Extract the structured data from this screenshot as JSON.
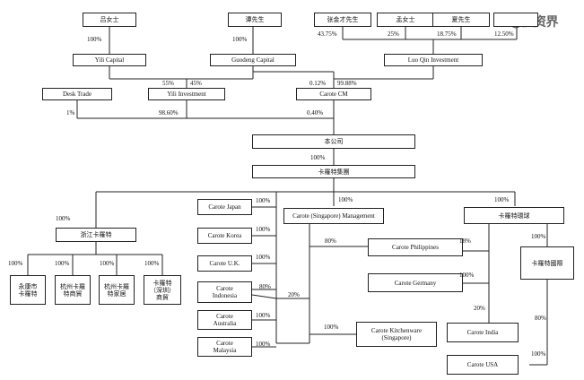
{
  "watermark": "@投资界",
  "entities": {
    "lv": "吕女士",
    "tan": "谭先生",
    "zhang": "张金才先生",
    "meng": "孟女士",
    "xia": "夏先生",
    "yili_capital": "Yili Capital",
    "guodeng_capital": "Guodeng Capital",
    "luo_qin": "Luo Qin Investment",
    "desk_trade": "Desk Trade",
    "yili_investment": "Yili Investment",
    "carote_cm": "Carote CM",
    "company": "本公司",
    "group": "卡羅特集團",
    "zhejiang": "浙江卡羅特",
    "yongkang": "永康市\n卡羅特",
    "hz_trade": "杭州卡羅\n特商貿",
    "hz_home": "杭州卡羅\n特家居",
    "shenzhen": "卡羅特\n（深圳）\n商貿",
    "japan": "Carote Japan",
    "korea": "Carote Korea",
    "uk": "Carote U.K.",
    "indonesia": "Carote\nIndonesia",
    "australia": "Carote\nAustralia",
    "malaysia": "Carote\nMalaysia",
    "sg_mgmt": "Carote (Singapore) Management",
    "philippines": "Carote Philippines",
    "germany": "Carote Germany",
    "kitchenware": "Carote Kitchenware\n(Singapore)",
    "global": "卡羅特環球",
    "intl": "卡羅特國際",
    "india": "Carote India",
    "usa": "Carote USA"
  },
  "percentages": {
    "lv_yili": "100%",
    "tan_guodeng": "100%",
    "zhang_luo": "43.75%",
    "meng_luo": "25%",
    "xia_luo": "18.75%",
    "other_luo": "12.50%",
    "yilicap_yiliinv": "55%",
    "guodeng_yiliinv": "45%",
    "guodeng_cm": "0.12%",
    "luo_cm": "99.88%",
    "desk_co": "1%",
    "yiliinv_co": "98.60%",
    "cm_co": "0.40%",
    "co_group": "100%",
    "group_zhejiang": "100%",
    "group_sgmgmt": "100%",
    "group_global": "100%",
    "zj_yongkang": "100%",
    "zj_hztrade": "100%",
    "zj_hzhome": "100%",
    "zj_shenzhen": "100%",
    "group_japan": "100%",
    "group_korea": "100%",
    "group_uk": "100%",
    "group_indonesia": "80%",
    "sg_indonesia": "20%",
    "group_australia": "100%",
    "group_malaysia": "100%",
    "sg_philippines": "80%",
    "global_philippines": "18%",
    "group_germany": "100%",
    "sg_kitchenware": "100%",
    "global_intl": "100%",
    "global_india": "20%",
    "intl_india": "80%",
    "intl_usa": "100%"
  }
}
